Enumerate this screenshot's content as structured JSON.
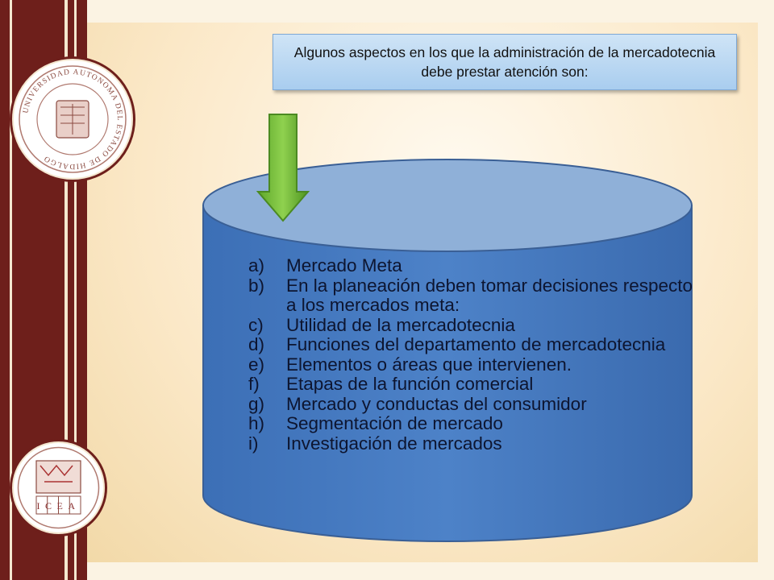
{
  "header": {
    "text": "Algunos aspectos en los que la administración de la mercadotecnia debe prestar atención son:"
  },
  "seal_top": {
    "label": "UNIVERSIDAD AUTONOMA DEL ESTADO DE HIDALGO",
    "icon": "university-seal-icon"
  },
  "seal_bottom": {
    "label": "ICEA",
    "icon": "icea-seal-icon"
  },
  "colors": {
    "maroon": "#6e1f1b",
    "cylinder_body": "#4a7ec4",
    "cylinder_top": "#8fb0d8",
    "arrow_green": "#78c43a"
  },
  "list": {
    "items": [
      {
        "label": "a)",
        "text": "Mercado Meta"
      },
      {
        "label": "b)",
        "text": "En la planeación deben tomar decisiones respecto a los mercados meta:"
      },
      {
        "label": "c)",
        "text": "Utilidad de la mercadotecnia"
      },
      {
        "label": "d)",
        "text": "Funciones del departamento de mercadotecnia"
      },
      {
        "label": "e)",
        "text": "Elementos o áreas que intervienen."
      },
      {
        "label": "f)",
        "text": "Etapas de la función comercial"
      },
      {
        "label": "g)",
        "text": "Mercado y conductas del consumidor"
      },
      {
        "label": "h)",
        "text": "Segmentación  de mercado"
      },
      {
        "label": "i)",
        "text": "Investigación de mercados"
      }
    ]
  }
}
